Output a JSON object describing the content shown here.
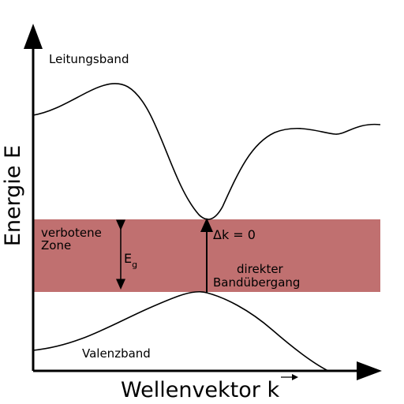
{
  "axes": {
    "y_label": "Energie E",
    "x_label": "Wellenvektor k"
  },
  "bands": {
    "conduction_label": "Leitungsband",
    "valence_label": "Valenzband"
  },
  "gap": {
    "zone_line1": "verbotene",
    "zone_line2": "Zone",
    "energy_symbol": "E",
    "energy_subscript": "g",
    "color": "#c07070"
  },
  "transition": {
    "delta_k": "Δk = 0",
    "line1": "direkter",
    "line2": "Bandübergang"
  }
}
